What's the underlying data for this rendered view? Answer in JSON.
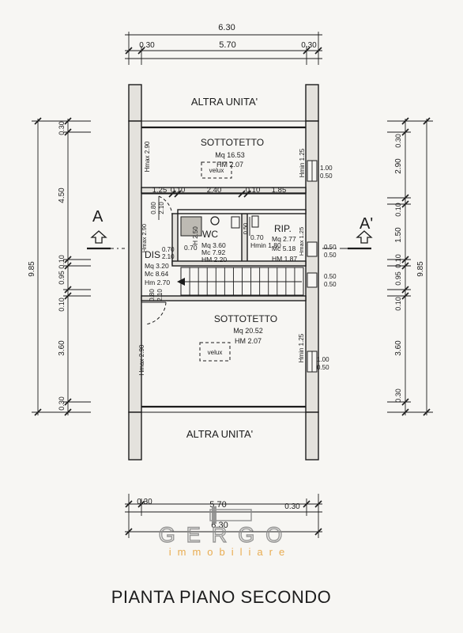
{
  "top_dims": {
    "total": "6.30",
    "left": "0.30",
    "middle": "5.70",
    "right": "0.30"
  },
  "bottom_dims": {
    "total": "6.30",
    "left": "0.30",
    "middle": "5.70",
    "right": "0.30"
  },
  "left_dims": {
    "total": "9.85",
    "segments": [
      "0.30",
      "4.50",
      "0.10",
      "0.95",
      "0.10",
      "3.60",
      "0.30"
    ]
  },
  "right_dims": {
    "total": "9.85",
    "segments": [
      "0.30",
      "2.90",
      "0.10",
      "1.50",
      "0.10",
      "0.95",
      "0.10",
      "3.60",
      "0.30"
    ]
  },
  "units": {
    "top": "ALTRA UNITA'",
    "bottom": "ALTRA UNITA'"
  },
  "rooms": {
    "sottotetto_top": {
      "name": "SOTTOTETTO",
      "mq": "Mq 16.53",
      "hm": "HM 2.07",
      "velux": "velux",
      "hmax": "Hmax 2.90",
      "hmin": "Hmin 1.25"
    },
    "wc": {
      "name": "WC",
      "mq": "Mq 3.60",
      "mc": "Mc 7.92",
      "hm": "HM 2.20",
      "h": "H 2.50"
    },
    "rip": {
      "name": "RIP.",
      "mq": "Mq 2.77",
      "mc": "Mc 5.18",
      "hm": "HM 1.87",
      "hmin": "Hmin 1.80",
      "hmax": "Hmax 1.25"
    },
    "dis": {
      "name": "DIS",
      "mq": "Mq 3.20",
      "mc": "Mc 8.64",
      "hm": "Hm 2.70",
      "hmax": "Hmax 2.90"
    },
    "sottotetto_bottom": {
      "name": "SOTTOTETTO",
      "mq": "Mq 20.52",
      "hm": "HM 2.07",
      "velux": "velux",
      "hmax": "Hmax 2.90",
      "hmin": "Hmin 1.25"
    }
  },
  "inner_dims": {
    "row": [
      "1.25",
      "0.10",
      "2.40",
      "0.10",
      "1.85"
    ],
    "door_top": [
      "0.80",
      "2.10"
    ],
    "door_bottom": [
      "0.80",
      "2.10"
    ],
    "wc_door": "0.70",
    "rip_door": "0.70",
    "dis_door": [
      "0.70",
      "2.10"
    ],
    "rip_rear": "0.50"
  },
  "windows": [
    {
      "a": "1.00",
      "b": "0.50"
    },
    {
      "a": "0.50",
      "b": "0.50"
    },
    {
      "a": "0.50",
      "b": "0.50"
    },
    {
      "a": "1.00",
      "b": "0.50"
    }
  ],
  "sections": {
    "left": "A",
    "right": "A'"
  },
  "brand": {
    "name": "GERGO",
    "tagline": "immobiliare"
  },
  "title": "PIANTA PIANO SECONDO",
  "colors": {
    "ink": "#1c1c1c",
    "paper": "#f7f6f3",
    "brand_grey": "#8a8a8a",
    "brand_orange": "#e7a23a"
  }
}
